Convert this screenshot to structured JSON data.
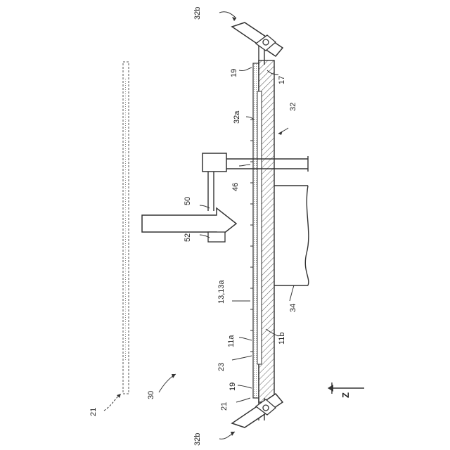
{
  "labels": {
    "l32b_top": "32b",
    "l32b_bottom": "32b",
    "l19_top": "19",
    "l19_bottom": "19",
    "l17": "17",
    "l32": "32",
    "l32a": "32a",
    "l46": "46",
    "l50": "50",
    "l52": "52",
    "l13": "13,13a",
    "l34": "34",
    "l11a": "11a",
    "l11b": "11b",
    "l23": "23",
    "l21_left": "21",
    "l21_bottom": "21",
    "l30": "30",
    "axis": "Z"
  }
}
